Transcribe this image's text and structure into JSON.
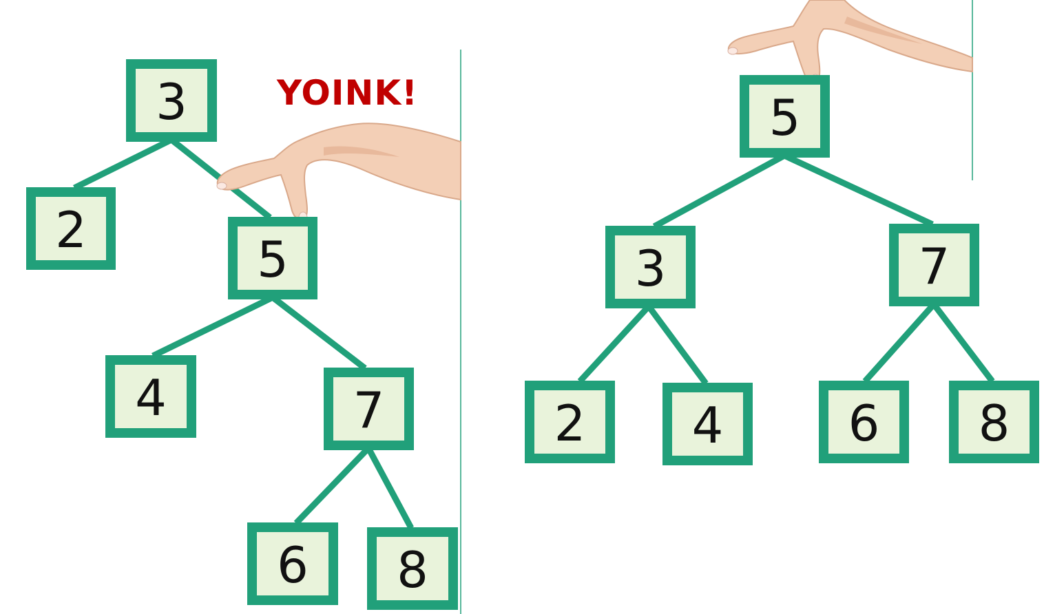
{
  "caption": "YOINK!",
  "colors": {
    "node_border": "#21a07a",
    "node_fill": "#e9f3db",
    "edge": "#21a07a",
    "caption": "#c00000"
  },
  "before_tree": {
    "nodes": [
      {
        "id": "b3",
        "label": "3"
      },
      {
        "id": "b2",
        "label": "2"
      },
      {
        "id": "b5",
        "label": "5"
      },
      {
        "id": "b4",
        "label": "4"
      },
      {
        "id": "b7",
        "label": "7"
      },
      {
        "id": "b6",
        "label": "6"
      },
      {
        "id": "b8",
        "label": "8"
      }
    ],
    "edges": [
      [
        "b3",
        "b2"
      ],
      [
        "b3",
        "b5"
      ],
      [
        "b5",
        "b4"
      ],
      [
        "b5",
        "b7"
      ],
      [
        "b7",
        "b6"
      ],
      [
        "b7",
        "b8"
      ]
    ]
  },
  "after_tree": {
    "nodes": [
      {
        "id": "a5",
        "label": "5"
      },
      {
        "id": "a3",
        "label": "3"
      },
      {
        "id": "a7",
        "label": "7"
      },
      {
        "id": "a2",
        "label": "2"
      },
      {
        "id": "a4",
        "label": "4"
      },
      {
        "id": "a6",
        "label": "6"
      },
      {
        "id": "a8",
        "label": "8"
      }
    ],
    "edges": [
      [
        "a5",
        "a3"
      ],
      [
        "a5",
        "a7"
      ],
      [
        "a3",
        "a2"
      ],
      [
        "a3",
        "a4"
      ],
      [
        "a7",
        "a6"
      ],
      [
        "a7",
        "a8"
      ]
    ]
  },
  "icons": [
    "hand-pinch-icon"
  ]
}
